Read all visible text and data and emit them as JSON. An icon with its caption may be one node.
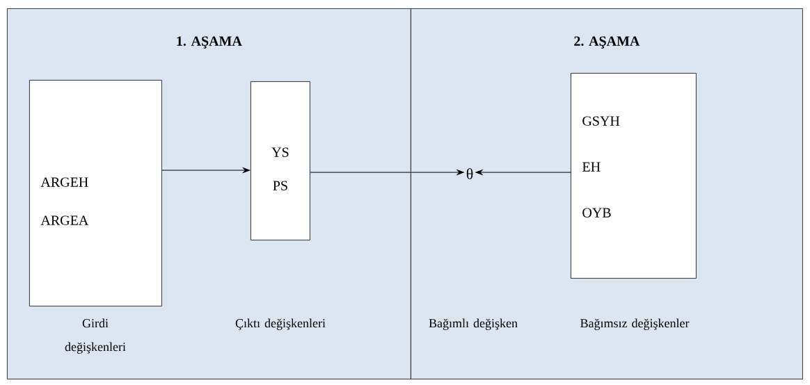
{
  "diagram": {
    "nodes": [
      {
        "text": [
          "1. AŞAMA"
        ]
      },
      {
        "text": [
          "2. AŞAMA"
        ]
      },
      {
        "text": [
          "ARGEH",
          "ARGEA"
        ],
        "in": 0
      },
      {
        "text": [
          "YS",
          "PS"
        ],
        "in": 0
      },
      {
        "text": [
          "θ"
        ],
        "in": 1
      },
      {
        "text": [
          "GSYH",
          "EH",
          "OYB"
        ],
        "in": 1
      }
    ],
    "edges": [
      {
        "from": 2,
        "to": 3,
        "arrow": "to"
      },
      {
        "from": 3,
        "to": 4,
        "arrow": "to"
      },
      {
        "from": 5,
        "to": 4,
        "arrow": "to"
      }
    ],
    "labels": [
      "Girdi değişkenleri",
      "Çıktı değişkenleri",
      "Bağımlı değişken",
      "Bağımsız değişkenler"
    ]
  }
}
